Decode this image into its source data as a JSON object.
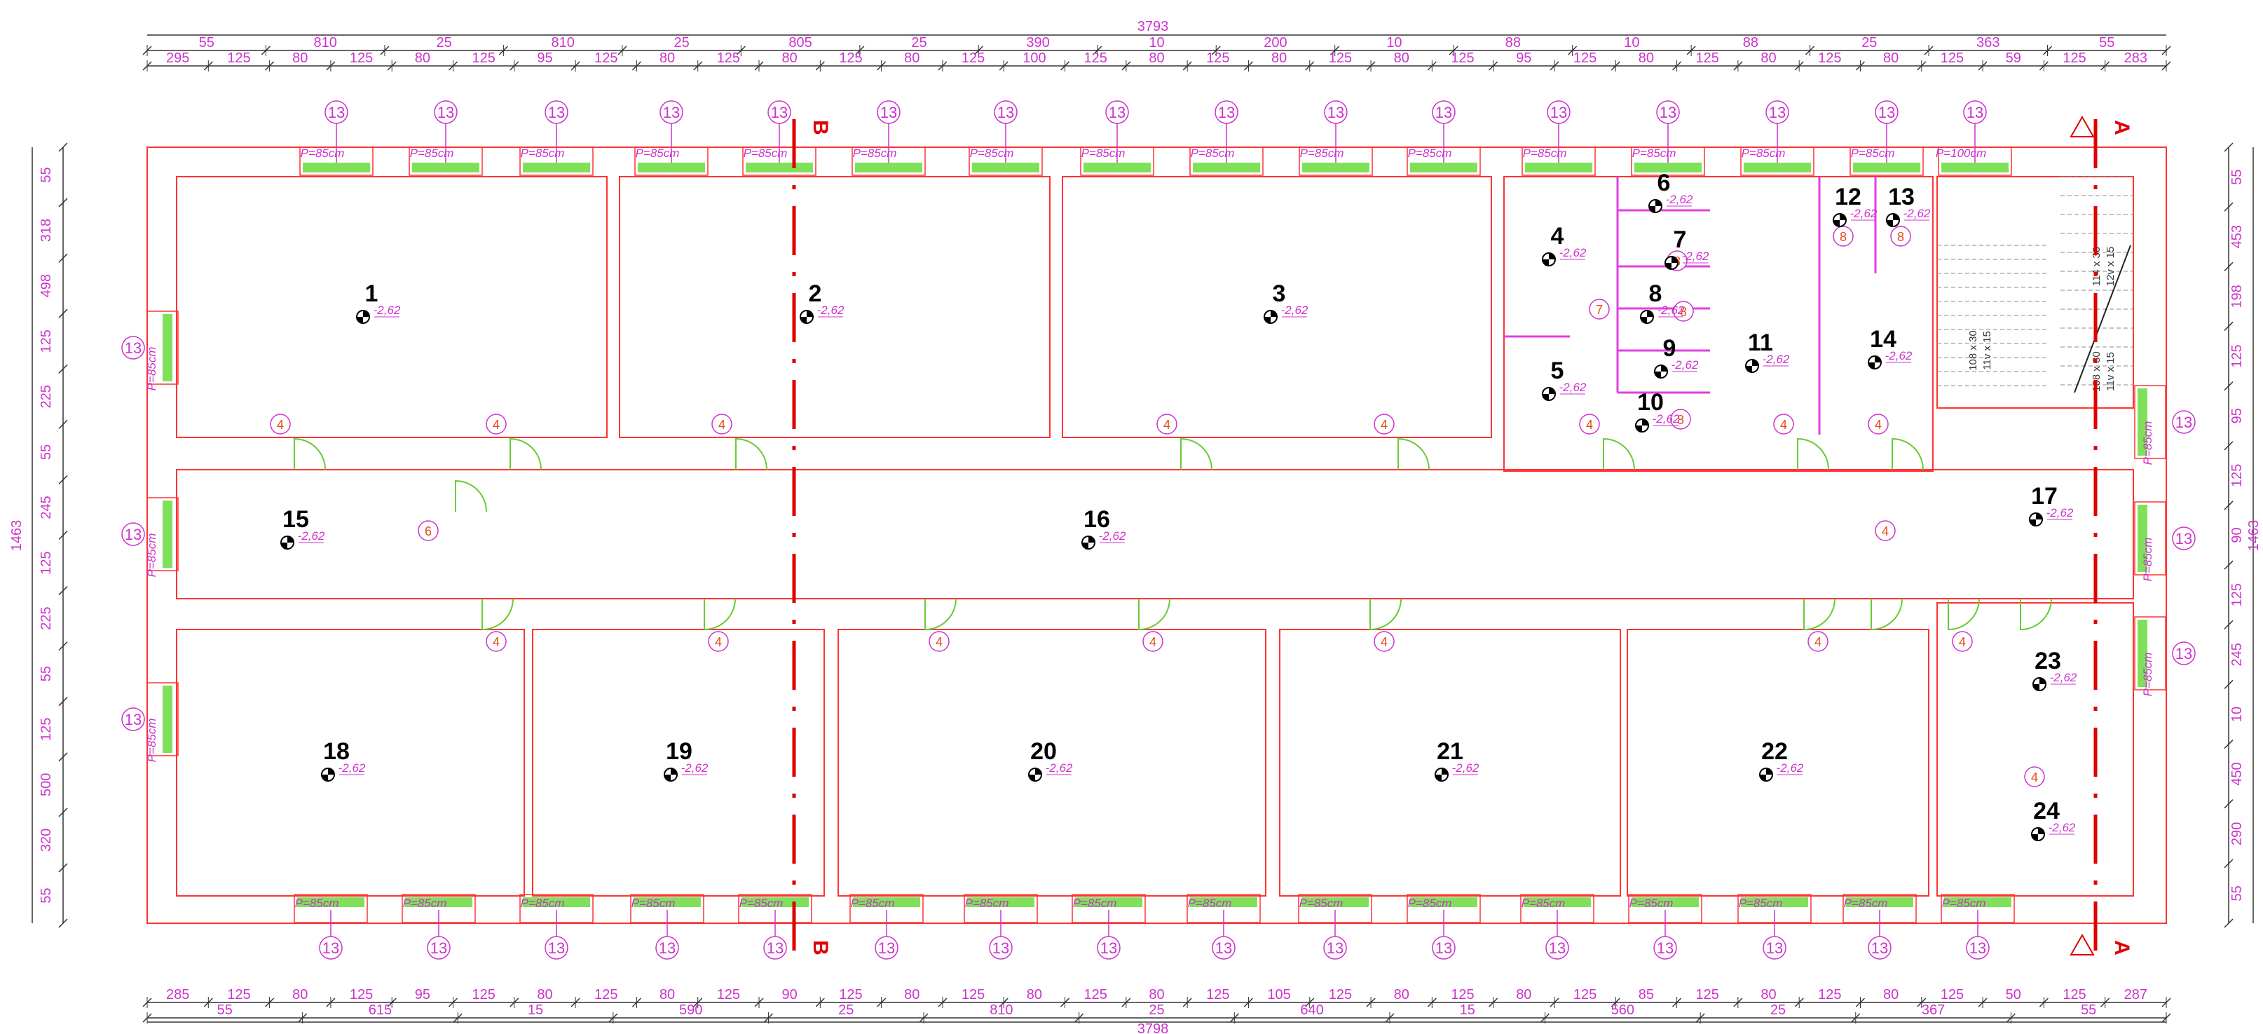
{
  "top_dims": {
    "overall": "3793",
    "row1": [
      "55",
      "810",
      "25",
      "810",
      "25",
      "805",
      "25",
      "390",
      "10",
      "200",
      "10",
      "88",
      "10",
      "88",
      "25",
      "363",
      "55"
    ],
    "row2": [
      "295",
      "125",
      "80",
      "125",
      "80",
      "125",
      "95",
      "125",
      "80",
      "125",
      "80",
      "125",
      "80",
      "125",
      "100",
      "125",
      "80",
      "125",
      "80",
      "125",
      "80",
      "125",
      "95",
      "125",
      "80",
      "125",
      "80",
      "125",
      "80",
      "125",
      "59",
      "125",
      "283"
    ]
  },
  "bottom_dims": {
    "overall": "3798",
    "row1": [
      "285",
      "125",
      "80",
      "125",
      "95",
      "125",
      "80",
      "125",
      "80",
      "125",
      "90",
      "125",
      "80",
      "125",
      "80",
      "125",
      "80",
      "125",
      "105",
      "125",
      "80",
      "125",
      "80",
      "125",
      "85",
      "125",
      "80",
      "125",
      "80",
      "125",
      "50",
      "125",
      "287"
    ],
    "row2": [
      "55",
      "615",
      "15",
      "590",
      "25",
      "810",
      "25",
      "640",
      "15",
      "560",
      "25",
      "367",
      "55"
    ]
  },
  "left_dims": {
    "overall": "1463",
    "row1": [
      "55",
      "318",
      "498",
      "125",
      "225",
      "55",
      "245",
      "125",
      "225",
      "55",
      "125",
      "500",
      "320",
      "55"
    ]
  },
  "right_dims": {
    "overall": "1463",
    "row1": [
      "55",
      "453",
      "198",
      "125",
      "95",
      "125",
      "90",
      "125",
      "245",
      "10",
      "450",
      "290",
      "55"
    ]
  },
  "rooms": [
    {
      "num": "1",
      "level": "-2,62"
    },
    {
      "num": "2",
      "level": "-2,62"
    },
    {
      "num": "3",
      "level": "-2,62"
    },
    {
      "num": "4",
      "level": "-2,62"
    },
    {
      "num": "5",
      "level": "-2,62"
    },
    {
      "num": "6",
      "level": "-2,62"
    },
    {
      "num": "7",
      "level": "-2,62"
    },
    {
      "num": "8",
      "level": "-2,62"
    },
    {
      "num": "9",
      "level": "-2,62"
    },
    {
      "num": "10",
      "level": "-2,62"
    },
    {
      "num": "11",
      "level": "-2,62"
    },
    {
      "num": "12",
      "level": "-2,62"
    },
    {
      "num": "13",
      "level": "-2,62"
    },
    {
      "num": "14",
      "level": "-2,62"
    },
    {
      "num": "15",
      "level": "-2,62"
    },
    {
      "num": "16",
      "level": "-2,62"
    },
    {
      "num": "17",
      "level": "-2,62"
    },
    {
      "num": "18",
      "level": "-2,62"
    },
    {
      "num": "19",
      "level": "-2,62"
    },
    {
      "num": "20",
      "level": "-2,62"
    },
    {
      "num": "21",
      "level": "-2,62"
    },
    {
      "num": "22",
      "level": "-2,62"
    },
    {
      "num": "23",
      "level": "-2,62"
    },
    {
      "num": "24",
      "level": "-2,62"
    }
  ],
  "window_tag": "13",
  "window_sill": "P=85cm",
  "window_sill_stair": "P=100cm",
  "door_tags": {
    "corridor": "4",
    "toilet": "8",
    "store": "7",
    "entry": "6"
  },
  "sections": {
    "a": "A",
    "b": "B"
  },
  "stair": {
    "flight1": "108 x 30",
    "flight1b": "11v x 15",
    "flight2": "114 x 30",
    "flight2b": "12v x 15",
    "landing": "108 x 30",
    "landingb": "11v x 15"
  },
  "colors": {
    "wall": "#ff3333",
    "dim": "#cc33cc",
    "window": "#7fe15a",
    "section": "#e00000",
    "door": "#66cc33"
  }
}
